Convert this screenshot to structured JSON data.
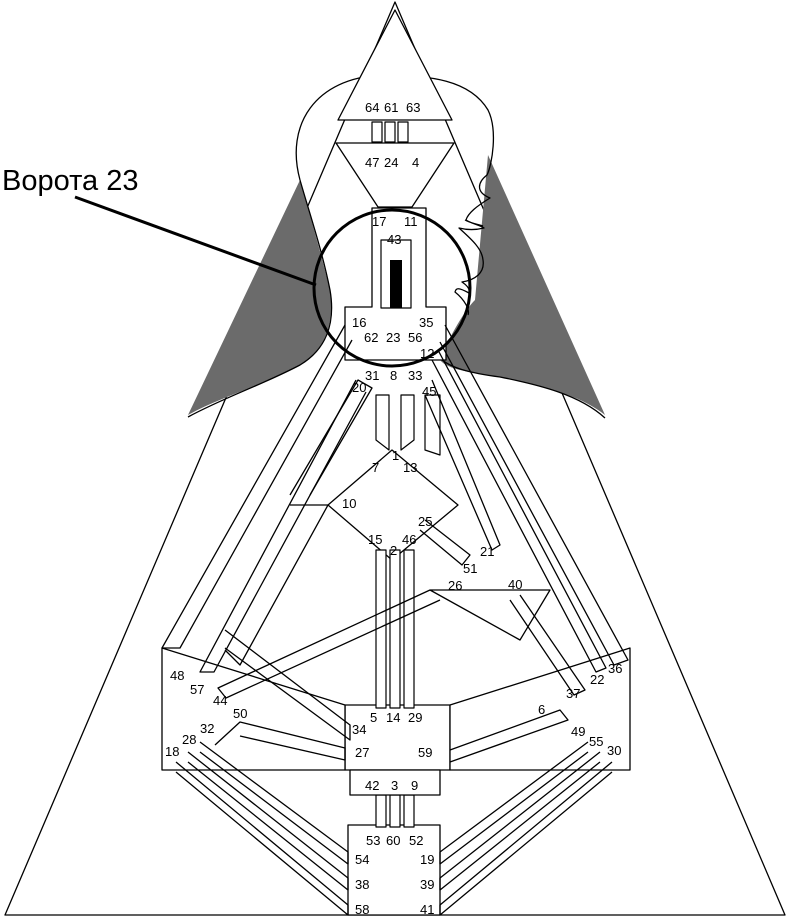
{
  "callout": {
    "label": "Ворота 23",
    "highlighted_gate": "23"
  },
  "colors": {
    "stroke": "#000000",
    "background": "#ffffff",
    "shadow": "#6b6b6b",
    "activated_channel": "#000000"
  },
  "gates": {
    "g64": "64",
    "g61": "61",
    "g63": "63",
    "g47": "47",
    "g24": "24",
    "g4": "4",
    "g17": "17",
    "g11": "11",
    "g43": "43",
    "g16": "16",
    "g35": "35",
    "g62": "62",
    "g23": "23",
    "g56": "56",
    "g12": "12",
    "g31": "31",
    "g8": "8",
    "g33": "33",
    "g20": "20",
    "g45": "45",
    "g7": "7",
    "g1": "1",
    "g13": "13",
    "g10": "10",
    "g25": "25",
    "g15": "15",
    "g2": "2",
    "g46": "46",
    "g21": "21",
    "g51": "51",
    "g26": "26",
    "g40": "40",
    "g48": "48",
    "g57": "57",
    "g44": "44",
    "g50": "50",
    "g36": "36",
    "g22": "22",
    "g37": "37",
    "g6": "6",
    "g34": "34",
    "g5": "5",
    "g14": "14",
    "g29": "29",
    "g32": "32",
    "g28": "28",
    "g18": "18",
    "g49": "49",
    "g55": "55",
    "g30": "30",
    "g27": "27",
    "g59": "59",
    "g42": "42",
    "g3": "3",
    "g9": "9",
    "g53": "53",
    "g60": "60",
    "g52": "52",
    "g54": "54",
    "g19": "19",
    "g38": "38",
    "g39": "39",
    "g58": "58",
    "g41": "41"
  }
}
